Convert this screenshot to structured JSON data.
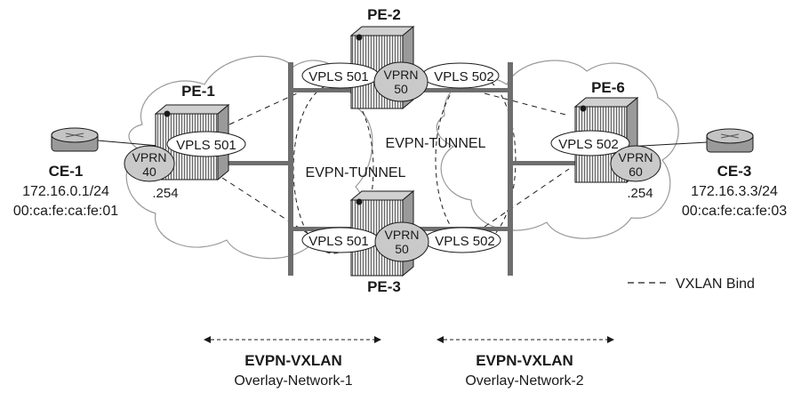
{
  "routers": {
    "pe1": {
      "name": "PE-1"
    },
    "pe2": {
      "name": "PE-2"
    },
    "pe3": {
      "name": "PE-3"
    },
    "pe6": {
      "name": "PE-6"
    }
  },
  "ce1": {
    "name": "CE-1",
    "ip": "172.16.0.1/24",
    "mac": "00:ca:fe:ca:fe:01"
  },
  "ce3": {
    "name": "CE-3",
    "ip": "172.16.3.3/24",
    "mac": "00:ca:fe:ca:fe:03"
  },
  "services": {
    "pe1_vpls": "VPLS 501",
    "pe1_vprn": [
      "VPRN",
      "40"
    ],
    "pe1_if": ".254",
    "pe2_vpls_a": "VPLS 501",
    "pe2_vpls_b": "VPLS 502",
    "pe2_vprn": [
      "VPRN",
      "50"
    ],
    "pe3_vpls_a": "VPLS 501",
    "pe3_vpls_b": "VPLS 502",
    "pe3_vprn": [
      "VPRN",
      "50"
    ],
    "pe6_vpls": "VPLS 502",
    "pe6_vprn": [
      "VPRN",
      "60"
    ],
    "pe6_if": ".254"
  },
  "tunnels": {
    "left": "EVPN-TUNNEL",
    "right": "EVPN-TUNNEL"
  },
  "legend": {
    "vxlan_bind": "VXLAN Bind"
  },
  "overlays": [
    {
      "title": "EVPN-VXLAN",
      "subtitle": "Overlay-Network-1"
    },
    {
      "title": "EVPN-VXLAN",
      "subtitle": "Overlay-Network-2"
    }
  ],
  "colors": {
    "line": "#1a1a1a",
    "vprn_fill": "#c9c9c9",
    "cloud_stroke": "#9a9a9a",
    "bar": "#6e6e6e"
  }
}
